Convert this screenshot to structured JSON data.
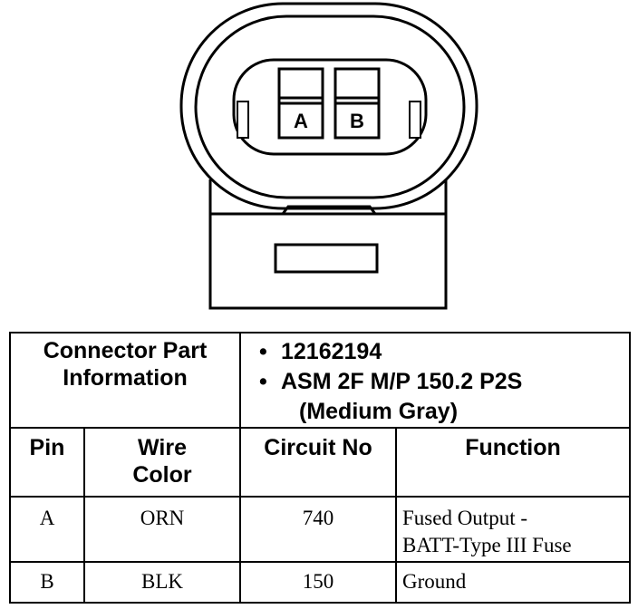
{
  "connector": {
    "pins": [
      "A",
      "B"
    ]
  },
  "table": {
    "part_info_label": "Connector Part Information",
    "part_info_items": [
      "12162194",
      "ASM 2F M/P 150.2 P2S",
      "(Medium Gray)"
    ],
    "columns": [
      "Pin",
      "Wire Color",
      "Circuit No",
      "Function"
    ],
    "rows": [
      {
        "pin": "A",
        "wire_color": "ORN",
        "circuit_no": "740",
        "function": [
          "Fused Output -",
          "BATT-Type III Fuse"
        ]
      },
      {
        "pin": "B",
        "wire_color": "BLK",
        "circuit_no": "150",
        "function": [
          "Ground"
        ]
      }
    ]
  }
}
